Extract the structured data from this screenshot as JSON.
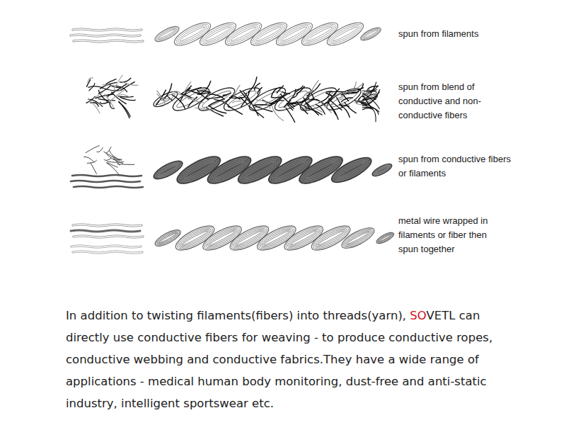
{
  "diagram": {
    "caption": "In addition to twisting filaments(fibers) into threads(yarn), SOVETL can directly use conductive fibers for weaving - to produce conductive ropes, conductive webbing and conductive fabrics.They have a wide range of applications - medical human body monitoring, dust-free and anti-static industry, intelligent sportswear etc.",
    "labels": [
      "spun from filaments",
      "spun from blend of conductive and non-conductive fibers",
      "spun from conductive fibers or filaments",
      "metal wire wrapped in filaments or fiber then spun together"
    ]
  }
}
